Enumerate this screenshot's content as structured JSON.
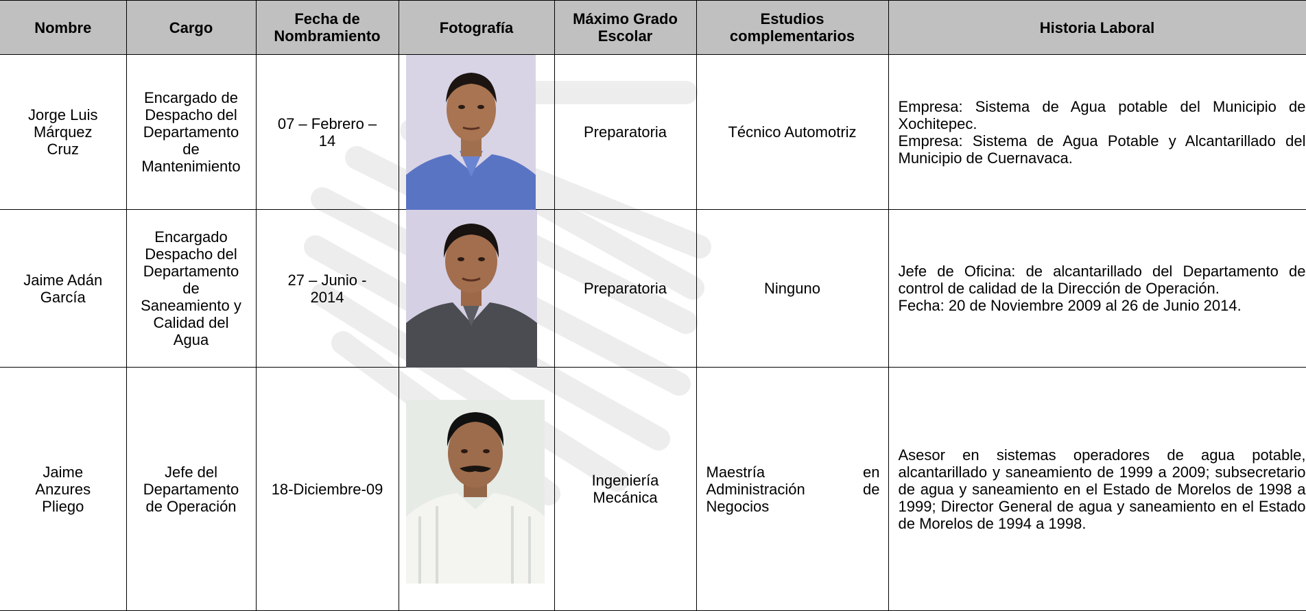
{
  "table": {
    "headers": [
      "Nombre",
      "Cargo",
      "Fecha de Nombramiento",
      "Fotografía",
      "Máximo Grado Escolar",
      "Estudios complementarios",
      "Historia Laboral"
    ],
    "rows": [
      {
        "nombre": "Jorge Luis Márquez Cruz",
        "cargo": "Encargado de Despacho del Departamento de Mantenimiento",
        "fecha": "07 – Febrero – 14",
        "grado": "Preparatoria",
        "estudios": "Técnico Automotriz",
        "historia": [
          "Empresa: Sistema de Agua potable del Municipio de Xochitepec.",
          "Empresa: Sistema de Agua Potable y Alcantarillado del Municipio de Cuernavaca."
        ]
      },
      {
        "nombre": "Jaime Adán García",
        "cargo": "Encargado Despacho del Departamento de Saneamiento y Calidad del Agua",
        "fecha": "27 – Junio - 2014",
        "grado": "Preparatoria",
        "estudios": "Ninguno",
        "historia": [
          "Jefe de Oficina: de alcantarillado del Departamento de control de calidad de la Dirección de Operación.",
          "Fecha: 20 de Noviembre 2009 al 26 de Junio 2014."
        ]
      },
      {
        "nombre": "Jaime Anzures Pliego",
        "cargo": "Jefe del Departamento de Operación",
        "fecha": "18-Diciembre-09",
        "grado": "Ingeniería Mecánica",
        "estudios": "Maestría en Administración de Negocios",
        "historia": [
          "Asesor en sistemas operadores de agua potable, alcantarillado y saneamiento de 1999 a 2009; subsecretario de agua y saneamiento en el Estado de Morelos de 1998 a 1999; Director General de agua y saneamiento en el Estado de Morelos de 1994 a 1998."
        ]
      }
    ]
  },
  "colors": {
    "header_bg": "#c0c0c0",
    "border": "#000000",
    "watermark": "#eeeeee"
  }
}
